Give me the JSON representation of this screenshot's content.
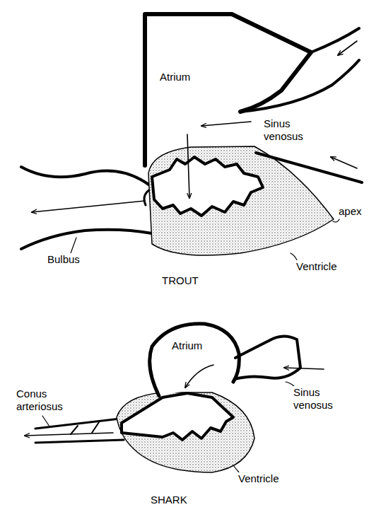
{
  "diagram": {
    "labels": [
      "Atrium",
      "Sinus venosus",
      "apex",
      "Bulbus",
      "Ventricle",
      "TROUT",
      "Atrium",
      "Conus arteriosus",
      "Sinus venosus",
      "Ventricle",
      "SHARK"
    ]
  }
}
